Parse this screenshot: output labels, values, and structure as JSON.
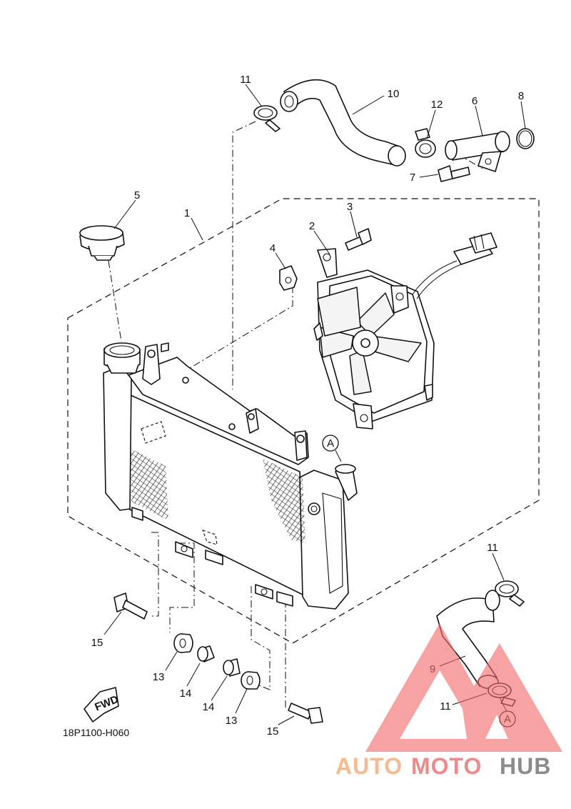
{
  "diagram_code": "18P1100-H060",
  "fwd_label": "FWD",
  "callout_A": "A",
  "callouts": [
    {
      "id": "c1",
      "text": "1"
    },
    {
      "id": "c2",
      "text": "2"
    },
    {
      "id": "c3",
      "text": "3"
    },
    {
      "id": "c4",
      "text": "4"
    },
    {
      "id": "c5",
      "text": "5"
    },
    {
      "id": "c6",
      "text": "6"
    },
    {
      "id": "c7",
      "text": "7"
    },
    {
      "id": "c8",
      "text": "8"
    },
    {
      "id": "c9",
      "text": "9"
    },
    {
      "id": "c10",
      "text": "10"
    },
    {
      "id": "c11a",
      "text": "11"
    },
    {
      "id": "c11b",
      "text": "11"
    },
    {
      "id": "c11c",
      "text": "11"
    },
    {
      "id": "c12",
      "text": "12"
    },
    {
      "id": "c13a",
      "text": "13"
    },
    {
      "id": "c13b",
      "text": "13"
    },
    {
      "id": "c14a",
      "text": "14"
    },
    {
      "id": "c14b",
      "text": "14"
    },
    {
      "id": "c15a",
      "text": "15"
    },
    {
      "id": "c15b",
      "text": "15"
    }
  ],
  "watermark": {
    "part1": "AUTO",
    "part2": "MOTO",
    "part3": "HUB",
    "color1": "#f7b98f",
    "color2": "#f08a8a",
    "color3": "#8c8c8c",
    "logo_color": "#f26a6a"
  }
}
